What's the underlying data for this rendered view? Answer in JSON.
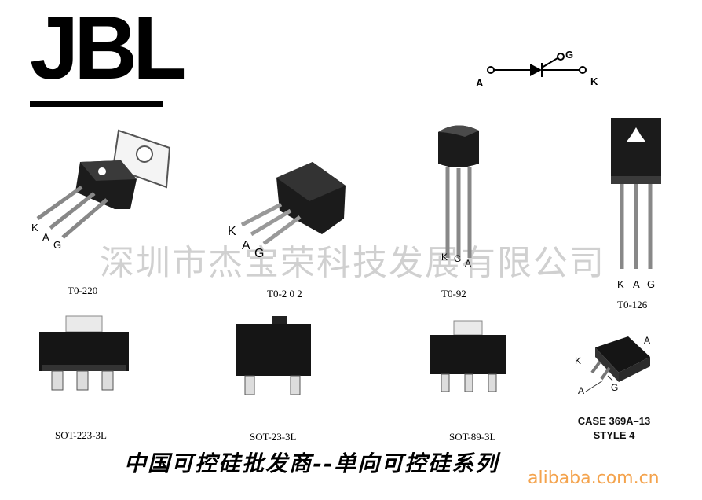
{
  "logo": {
    "text": "JBL"
  },
  "symbol": {
    "anode": "A",
    "gate": "G",
    "cathode": "K",
    "icon": "scr-thyristor-symbol-icon"
  },
  "watermark": "深圳市杰宝荣科技发展有限公司",
  "packages": [
    {
      "id": "to220",
      "name": "T0-220",
      "pins": [
        "K",
        "A",
        "G"
      ]
    },
    {
      "id": "to202",
      "name": "T0-2 0 2",
      "pins": [
        "K",
        "A",
        "G"
      ]
    },
    {
      "id": "to92",
      "name": "T0-92",
      "pins": [
        "K",
        "G",
        "A"
      ]
    },
    {
      "id": "to126",
      "name": "T0-126",
      "pins": [
        "K",
        "A",
        "G"
      ]
    },
    {
      "id": "sot223",
      "name": "SOT-223-3L"
    },
    {
      "id": "sot23",
      "name": "SOT-23-3L"
    },
    {
      "id": "sot89",
      "name": "SOT-89-3L"
    },
    {
      "id": "case369",
      "name": "CASE 369A–13",
      "style": "STYLE 4",
      "pins": [
        "A",
        "K",
        "A",
        "G"
      ]
    }
  ],
  "bottom_title": "中国可控硅批发商--单向可控硅系列",
  "site_watermark": "alibaba.com.cn",
  "colors": {
    "ink": "#000000",
    "watermark": "#aaaaaa",
    "alibaba": "#f39a3a"
  }
}
